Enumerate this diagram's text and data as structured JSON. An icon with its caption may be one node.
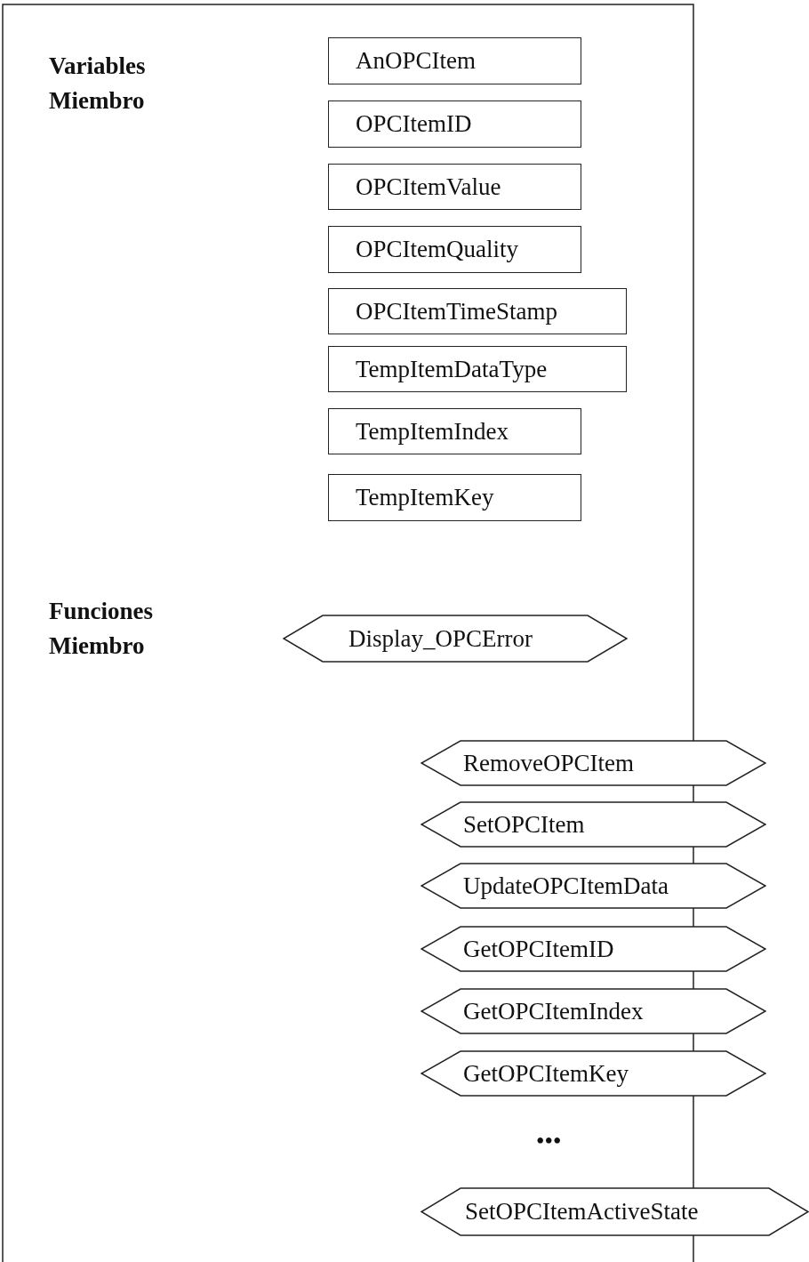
{
  "diagram": {
    "nodes": [
      {
        "text": [
          "AnOPCItem"
        ]
      },
      {
        "text": [
          "OPCItemID"
        ]
      },
      {
        "text": [
          "OPCItemValue"
        ]
      },
      {
        "text": [
          "OPCItemQuality"
        ]
      },
      {
        "text": [
          "OPCItemTimeStamp"
        ]
      },
      {
        "text": [
          "TempItemDataType"
        ]
      },
      {
        "text": [
          "TempItemIndex"
        ]
      },
      {
        "text": [
          "TempItemKey"
        ]
      },
      {
        "text": [
          "Display_OPCError"
        ]
      },
      {
        "text": [
          "RemoveOPCItem"
        ]
      },
      {
        "text": [
          "SetOPCItem"
        ]
      },
      {
        "text": [
          "UpdateOPCItemData"
        ]
      },
      {
        "text": [
          "GetOPCItemID"
        ]
      },
      {
        "text": [
          "GetOPCItemIndex"
        ]
      },
      {
        "text": [
          "GetOPCItemKey"
        ]
      },
      {
        "text": [
          "SetOPCItemActiveState"
        ]
      }
    ],
    "labels": [
      "Variables Miembro",
      "Funciones Miembro",
      "•••"
    ]
  }
}
